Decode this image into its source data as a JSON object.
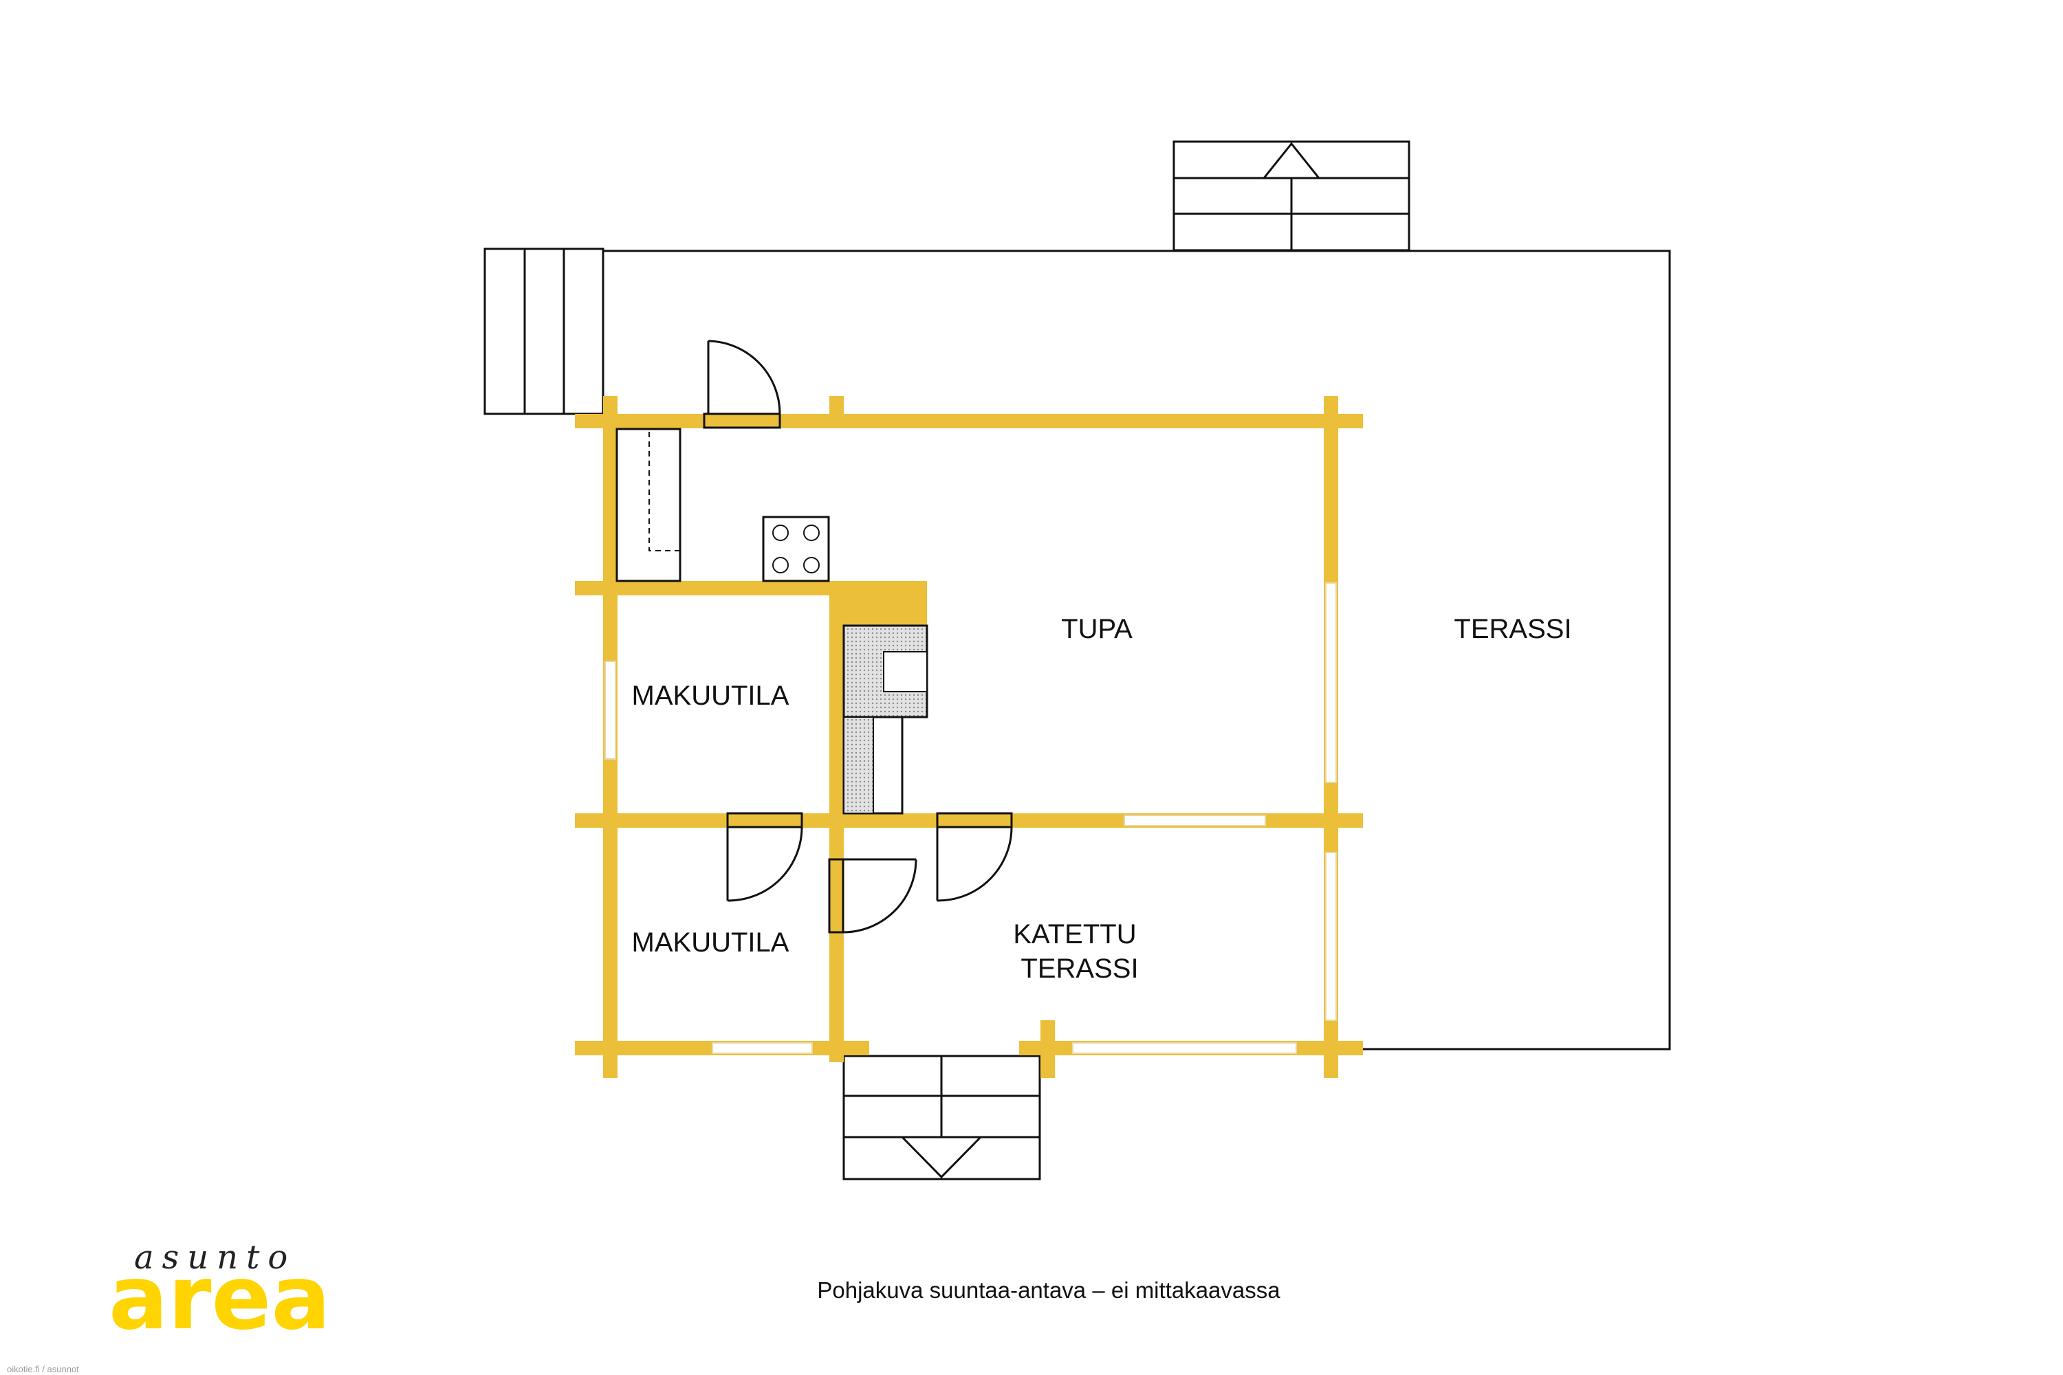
{
  "rooms": {
    "tupa": "TUPA",
    "terassi": "TERASSI",
    "makuutila_top": "MAKUUTILA",
    "makuutila_bottom": "MAKUUTILA",
    "katettu_line1": "KATETTU",
    "katettu_line2": "TERASSI"
  },
  "caption": "Pohjakuva suuntaa-antava – ei mittakaavassa",
  "logo": {
    "top": "asunto",
    "main": "area",
    "color": "#ffd400"
  },
  "source": "oikotie.fi / asunnot",
  "colors": {
    "wall": "#ecbf3a",
    "line": "#111111",
    "fireplace": "#d4d4d4"
  }
}
